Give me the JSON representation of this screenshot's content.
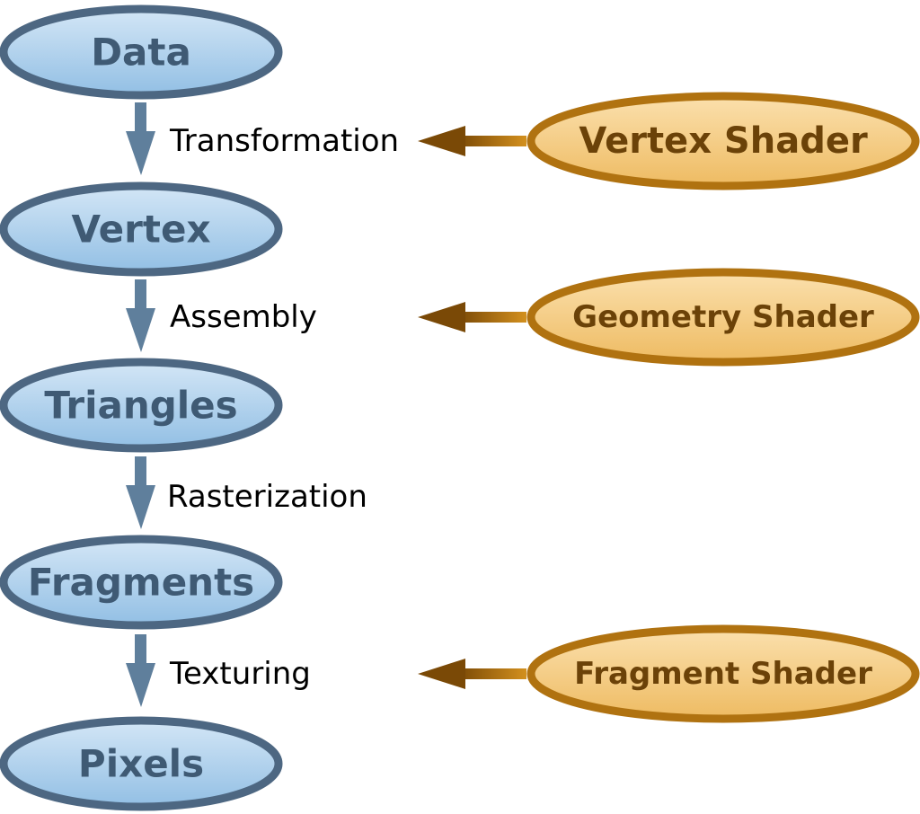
{
  "stages": [
    {
      "label": "Data"
    },
    {
      "label": "Vertex"
    },
    {
      "label": "Triangles"
    },
    {
      "label": "Fragments"
    },
    {
      "label": "Pixels"
    }
  ],
  "steps": [
    {
      "label": "Transformation"
    },
    {
      "label": "Assembly"
    },
    {
      "label": "Rasterization"
    },
    {
      "label": "Texturing"
    }
  ],
  "shaders": [
    {
      "label": "Vertex Shader",
      "target_step": "Transformation"
    },
    {
      "label": "Geometry Shader",
      "target_step": "Assembly"
    },
    {
      "label": "Fragment Shader",
      "target_step": "Texturing"
    }
  ],
  "colors": {
    "stage_fill_top": "#d3e6f6",
    "stage_fill_bottom": "#92bfe4",
    "stage_stroke": "#4d6782",
    "stage_text": "#3f5a74",
    "pipeline_arrow": "#5f7f9c",
    "shader_fill_top": "#fbe0ad",
    "shader_fill_bottom": "#eebb62",
    "shader_stroke": "#b07210",
    "shader_text": "#6b4208",
    "shader_arrow_dark": "#7a4906",
    "shader_arrow_light": "#d3901e"
  }
}
